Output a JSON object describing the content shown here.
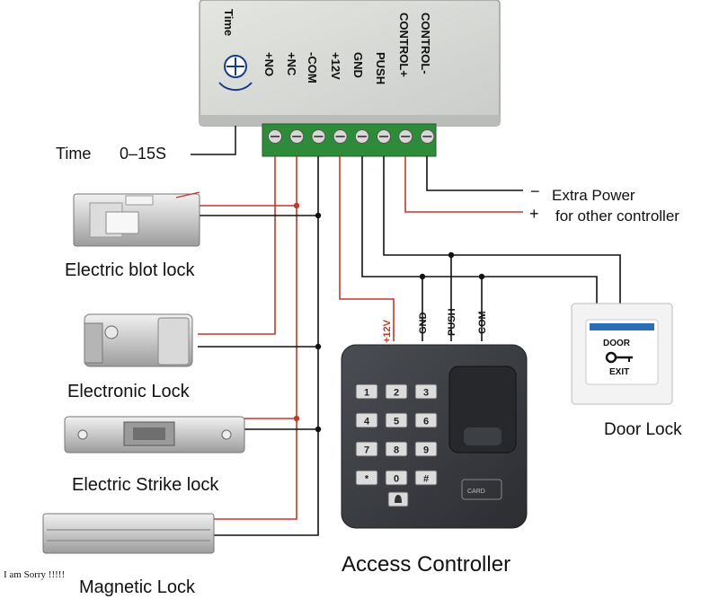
{
  "power_supply": {
    "terminals": [
      "+NO",
      "+NC",
      "-COM",
      "+12V",
      "GND",
      "PUSH",
      "CONTROL+",
      "CONTROL-"
    ],
    "time_knob_label": "Time"
  },
  "labels": {
    "time_range_name": "Time",
    "time_range_value": "0–15S",
    "extra_power_line1": "Extra Power",
    "extra_power_line2": "for other controller",
    "minus_sign": "−",
    "plus_sign": "+",
    "bolt_lock": "Electric blot lock",
    "electronic_lock": "Electronic Lock",
    "strike_lock": "Electric Strike lock",
    "magnetic_lock": "Magnetic Lock",
    "sorry_note": "I am Sorry !!!!!",
    "door_lock": "Door Lock",
    "access_controller": "Access Controller",
    "wire_12v": "+12V",
    "wire_gnd": "GND",
    "wire_push": "PUSH",
    "wire_com": "COM",
    "exit_button_top": "DOOR",
    "exit_button_bottom": "EXIT",
    "card_label": "CARD"
  },
  "keypad_keys": [
    "1",
    "2",
    "3",
    "4",
    "5",
    "6",
    "7",
    "8",
    "9",
    "*",
    "0",
    "#"
  ],
  "colors": {
    "wire_red": "#c0392b",
    "wire_black": "#111111",
    "terminal_green": "#2e8b3a",
    "controller_body": "#3a3d42"
  }
}
